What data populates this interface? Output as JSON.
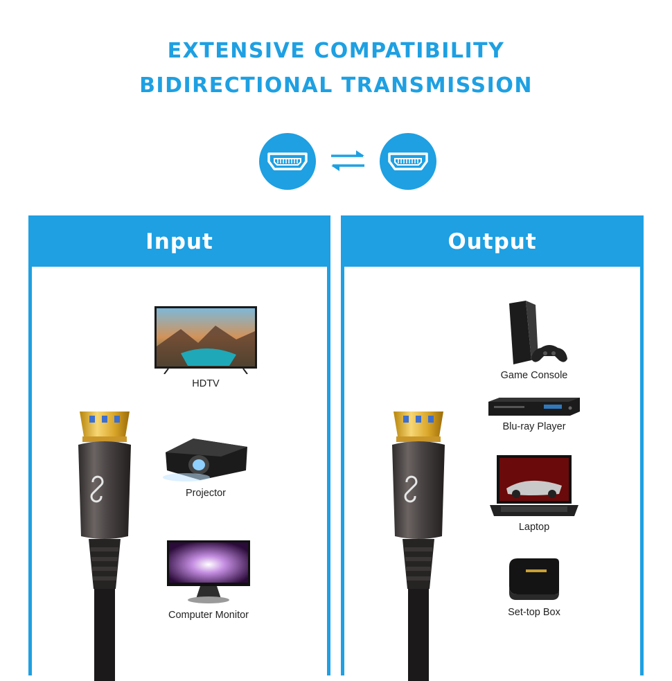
{
  "headline": {
    "line1": "EXTENSIVE COMPATIBILITY",
    "line2": "BIDIRECTIONAL TRANSMISSION"
  },
  "accent_color": "#1ea0e2",
  "icons": {
    "left_port": "hdmi-port-icon",
    "right_port": "hdmi-port-icon",
    "arrows": "bidirectional-arrows-icon"
  },
  "input_panel": {
    "title": "Input",
    "devices": [
      {
        "label": "HDTV",
        "icon": "tv-icon"
      },
      {
        "label": "Projector",
        "icon": "projector-icon"
      },
      {
        "label": "Computer Monitor",
        "icon": "monitor-icon"
      }
    ]
  },
  "output_panel": {
    "title": "Output",
    "devices": [
      {
        "label": "Game Console",
        "icon": "game-console-icon"
      },
      {
        "label": "Blu-ray Player",
        "icon": "bluray-player-icon"
      },
      {
        "label": "Laptop",
        "icon": "laptop-icon"
      },
      {
        "label": "Set-top Box",
        "icon": "settop-box-icon"
      }
    ]
  }
}
